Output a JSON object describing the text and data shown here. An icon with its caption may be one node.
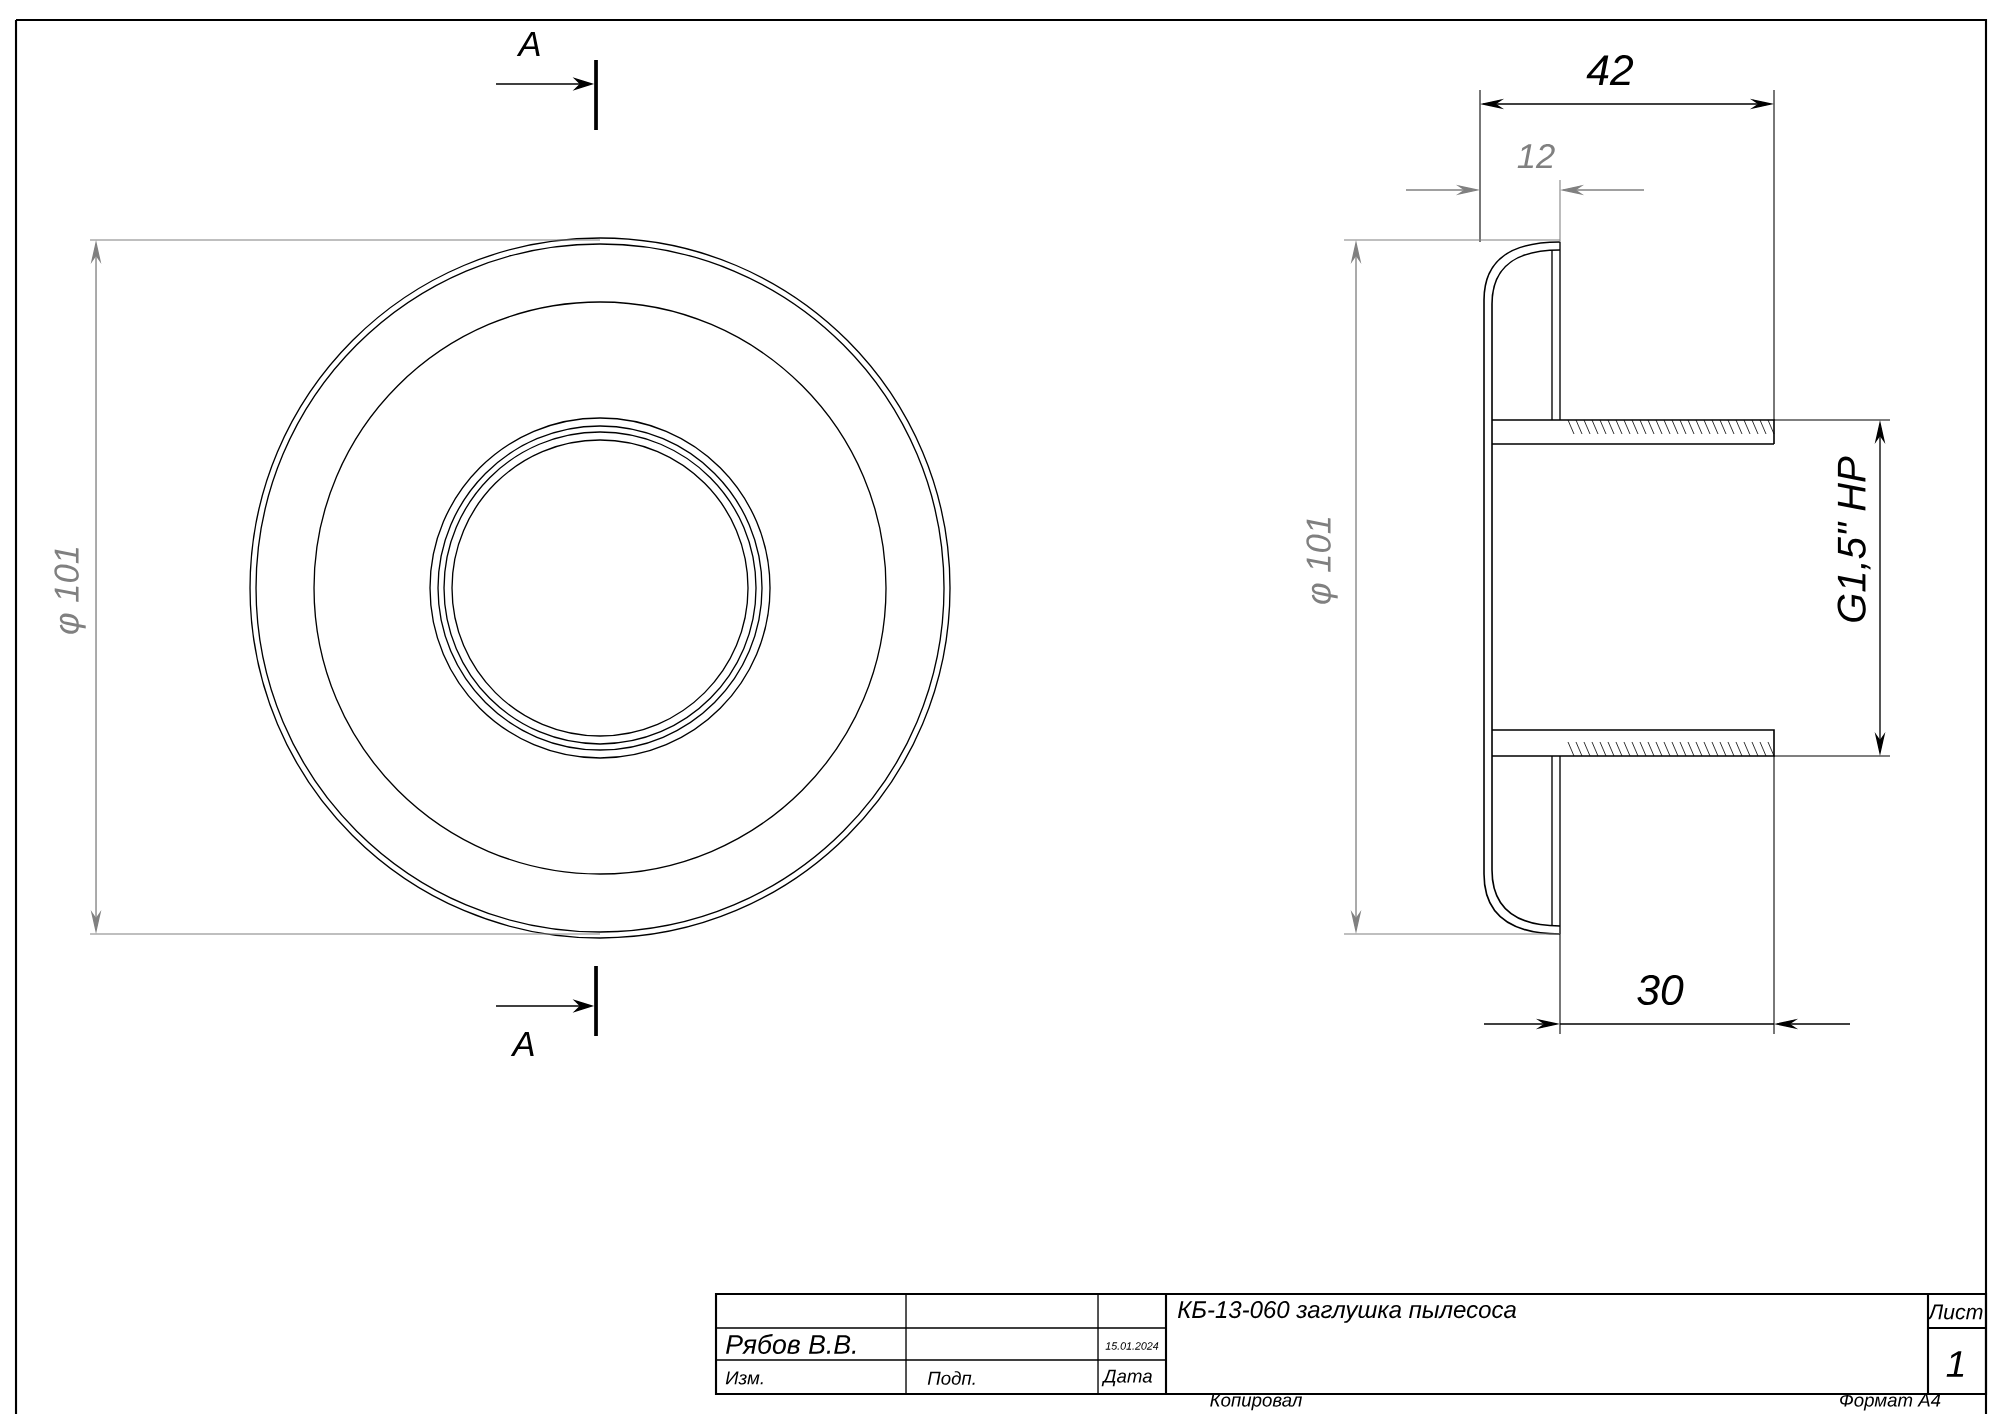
{
  "diagram": {
    "labels": [
      "A",
      "42",
      "12",
      "φ 101",
      "φ 101",
      "G1,5\" HP",
      "A",
      "30",
      "КБ-13-060 заглушка пылесоса",
      "Лист",
      "Рябов В.В.",
      "15.01.2024",
      "1",
      "Изм.",
      "Подп.",
      "Дата",
      "Копировал",
      "Формат А4"
    ]
  }
}
